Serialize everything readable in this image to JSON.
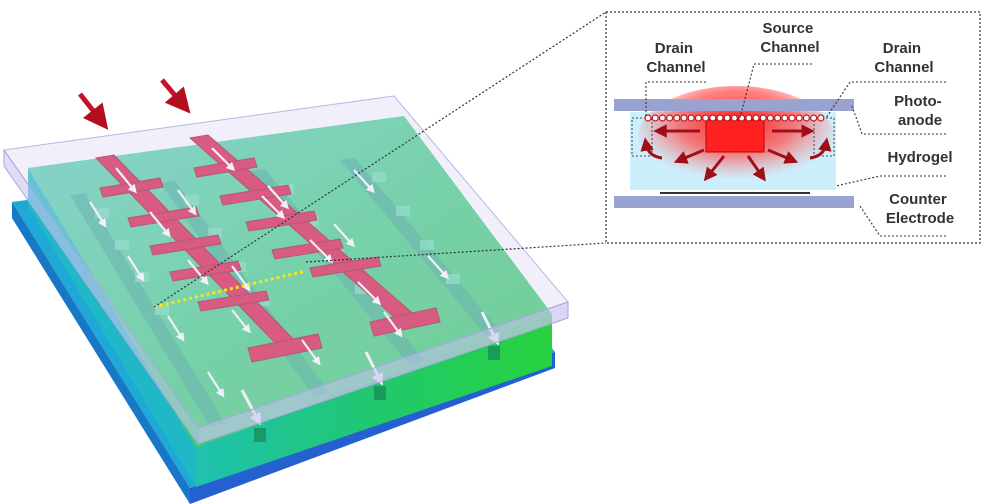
{
  "inset": {
    "labels": {
      "drain_left": [
        "Drain",
        "Channel"
      ],
      "source": [
        "Source",
        "Channel"
      ],
      "drain_right": [
        "Drain",
        "Channel"
      ],
      "photoanode": [
        "Photo-",
        "anode"
      ],
      "hydrogel": "Hydrogel",
      "counter_electrode": [
        "Counter",
        "Electrode"
      ]
    }
  },
  "colors": {
    "hydrogel_green": "#22d33a",
    "substrate_blue": "#2e6fd6",
    "cover_glass": "#c9c6ef",
    "source_channel_red": "#d9123c",
    "flow_arrow_white": "#ffffff",
    "inset_electrode_gray": "#9aa3cf",
    "inset_hydrogel_bg": "#cdeefb",
    "marker_yellow": "#f7e51a",
    "label_text": "#333333"
  }
}
